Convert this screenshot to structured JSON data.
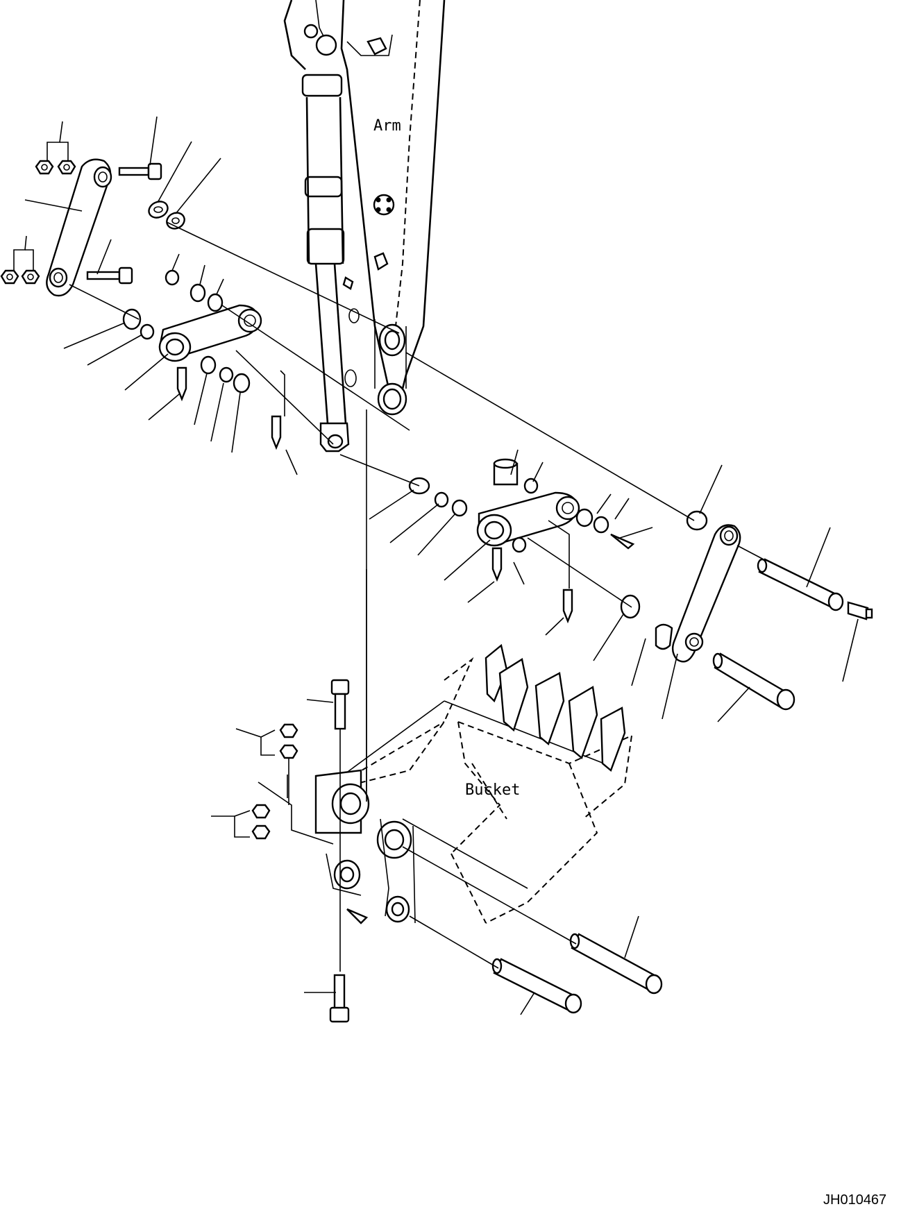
{
  "diagram": {
    "labels": {
      "arm": "Arm",
      "bucket": "Bucket"
    },
    "figure_code": "JH010467"
  }
}
